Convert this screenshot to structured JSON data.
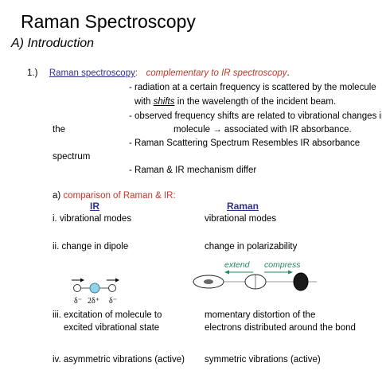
{
  "title": "Raman Spectroscopy",
  "subtitle": "A) Introduction",
  "item1": {
    "number": "1.)",
    "term": "Raman spectroscopy",
    "colon": ":",
    "definition": "complementary to IR spectroscopy",
    "period": "."
  },
  "bullets": {
    "b1_line1": "- radiation at a certain frequency is scattered by the molecule",
    "b1_line2_pre": "with ",
    "b1_line2_em": "shifts",
    "b1_line2_post": " in the wavelength of the incident beam.",
    "b2_line1": "- observed frequency shifts are related to vibrational changes in",
    "b2_the": "the",
    "b2_line2": "molecule → associated with IR absorbance.",
    "b3_line1": "- Raman Scattering Spectrum Resembles IR absorbance",
    "b3_spectrum": "spectrum",
    "b4": "- Raman & IR mechanism differ"
  },
  "comparison": {
    "prefix": "a) ",
    "heading": "comparison of Raman & IR:",
    "col_ir": "IR",
    "col_raman": "Raman",
    "rows": [
      {
        "ir": "i. vibrational modes",
        "raman": "vibrational modes"
      },
      {
        "ir": "ii. change in dipole",
        "raman": "change in polarizability"
      },
      {
        "ir": "iii. excitation of molecule to",
        "raman": "momentary distortion of the"
      },
      {
        "ir": "excited vibrational state",
        "raman": "electrons distributed around the bond"
      },
      {
        "ir": "iv.  asymmetric vibrations (active)",
        "raman": "symmetric vibrations (active)"
      }
    ]
  },
  "ir_diagram": {
    "charges": [
      "δ⁻",
      "2δ⁺",
      "δ⁻"
    ]
  },
  "raman_diagram": {
    "extend": "extend",
    "compress": "compress"
  },
  "colors": {
    "link_blue": "#2e3192",
    "red": "#c0392b",
    "diagram_green": "#1f8a5a",
    "atom_center": "#8fd3e8"
  }
}
